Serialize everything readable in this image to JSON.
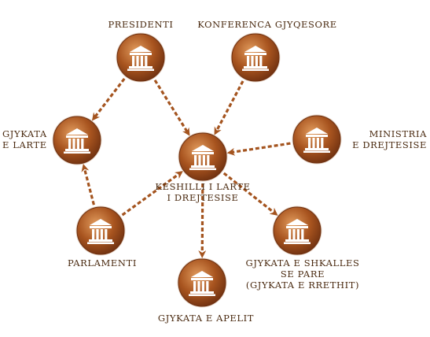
{
  "diagram": {
    "nodes": [
      {
        "id": "presidenti",
        "label_lines": [
          "Presidenti"
        ]
      },
      {
        "id": "konferenca",
        "label_lines": [
          "Konferenca Gjyqesore"
        ]
      },
      {
        "id": "gjykata_larte",
        "label_lines": [
          "Gjykata",
          "e Larte"
        ]
      },
      {
        "id": "keshilli",
        "label_lines": [
          "Keshilli i Larte",
          "i Drejtesise"
        ]
      },
      {
        "id": "ministria",
        "label_lines": [
          "Ministria",
          "e Drejtesise"
        ]
      },
      {
        "id": "parlamenti",
        "label_lines": [
          "Parlamenti"
        ]
      },
      {
        "id": "shkalla_pare",
        "label_lines": [
          "Gjykata e Shkalles",
          "se Pare",
          "(Gjykata e rrethit)"
        ]
      },
      {
        "id": "apelit",
        "label_lines": [
          "Gjykata e Apelit"
        ]
      }
    ],
    "edges": [
      {
        "from": "presidenti",
        "to": "gjykata_larte"
      },
      {
        "from": "presidenti",
        "to": "keshilli"
      },
      {
        "from": "konferenca",
        "to": "keshilli"
      },
      {
        "from": "ministria",
        "to": "keshilli"
      },
      {
        "from": "parlamenti",
        "to": "gjykata_larte"
      },
      {
        "from": "parlamenti",
        "to": "keshilli"
      },
      {
        "from": "keshilli",
        "to": "shkalla_pare"
      },
      {
        "from": "keshilli",
        "to": "apelit"
      }
    ],
    "colors": {
      "node": "#a8541f",
      "node_light": "#d98a4a",
      "node_dark": "#6e3010",
      "arrow": "#a4541f",
      "text": "#4a2a10"
    },
    "icon": "courthouse-icon"
  }
}
